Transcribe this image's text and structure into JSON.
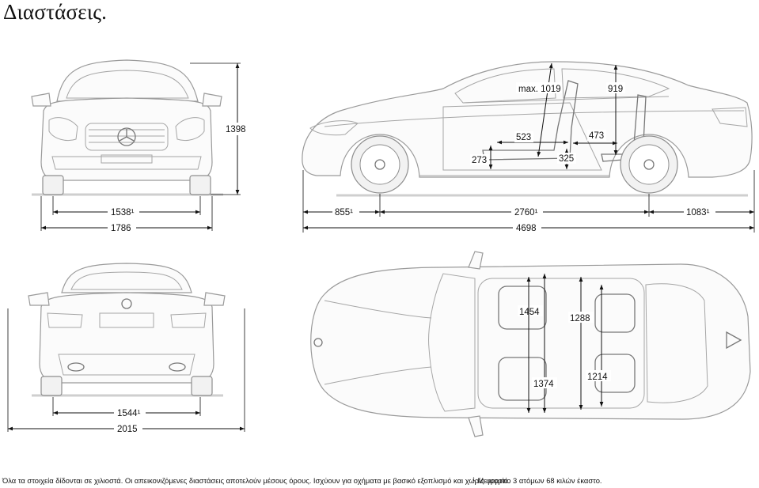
{
  "title": "Διαστάσεις.",
  "dimensions": {
    "front_height": "1398",
    "front_track": "1538¹",
    "front_width": "1786",
    "front_overhang": "855¹",
    "wheelbase": "2760¹",
    "rear_overhang": "1083¹",
    "total_length": "4698",
    "headroom_front": "max. 1019",
    "headroom_rear": "919",
    "seat_front_len": "523",
    "seat_front_height": "273",
    "seat_rear_height": "325",
    "seat_rear_len": "473",
    "shoulder_front": "1454",
    "shoulder_rear": "1288",
    "hip_front": "1374",
    "hip_rear": "1214",
    "rear_track": "1544¹",
    "width_with_mirrors": "2015"
  },
  "footnote_main": "Όλα τα στοιχεία δίδονται σε χιλιοστά. Οι απεικονιζόμενες διαστάσεις αποτελούν μέσους όρους. Ισχύουν για οχήματα με βασικό εξοπλισμό και χωρίς φορτίο.",
  "footnote_mark": "1",
  "footnote_1": "Με φορτίο 3 ατόμων 68 κιλών έκαστο."
}
